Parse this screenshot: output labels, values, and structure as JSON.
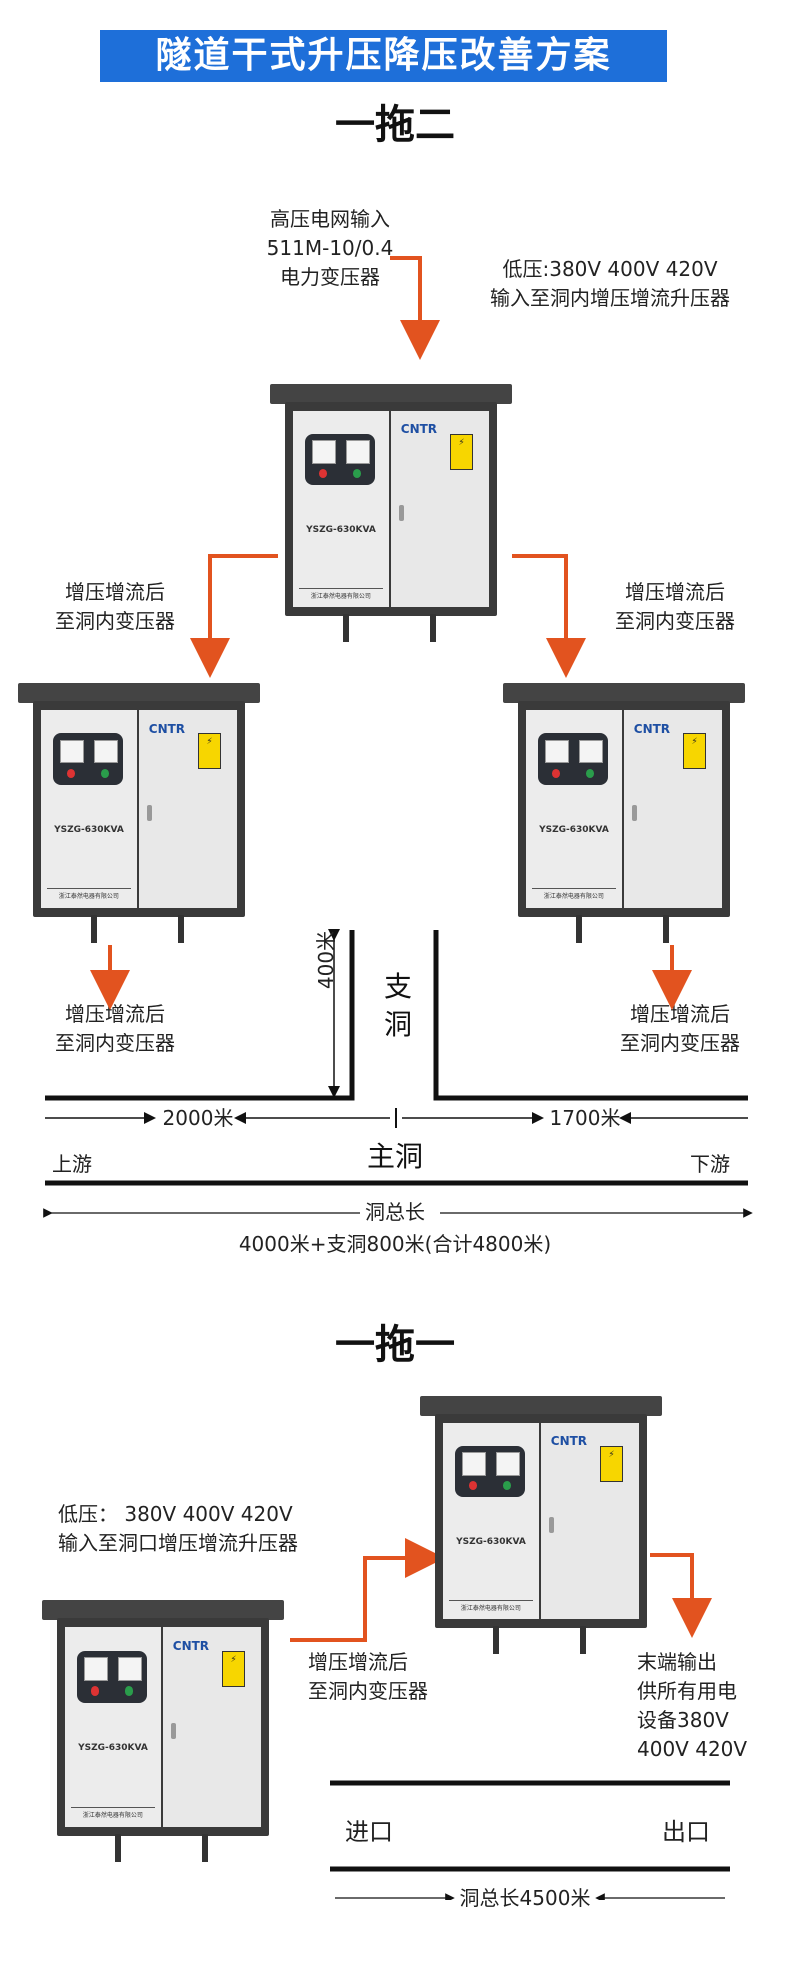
{
  "header": {
    "title": "隧道干式升压降压改善方案"
  },
  "section1": {
    "title": "一拖二",
    "hv_input": [
      "高压电网输入",
      "511M-10/0.4",
      "电力变压器"
    ],
    "lv_input": [
      "低压:380V 400V 420V",
      "输入至洞内增压增流升压器"
    ],
    "boost_label": [
      "增压增流后",
      "至洞内变压器"
    ],
    "branch_label": "支洞",
    "branch_len": "400米",
    "left_len": "2000米",
    "right_len": "1700米",
    "main_label": "主洞",
    "upstream": "上游",
    "downstream": "下游",
    "total_label": "洞总长",
    "total_value": "4000米+支洞800米(合计4800米)"
  },
  "section2": {
    "title": "一拖一",
    "lv_input": [
      "低压： 380V  400V  420V",
      "输入至洞口增压增流升压器"
    ],
    "boost_label": [
      "增压增流后",
      "至洞内变压器"
    ],
    "output_label": [
      "末端输出",
      "供所有用电",
      "设备380V",
      "400V 420V"
    ],
    "entrance": "进口",
    "exit": "出口",
    "total": "洞总长4500米"
  },
  "cabinet": {
    "brand": "CNTR",
    "model": "YSZG-630KVA",
    "company": "浙江泰然电器有限公司",
    "warning": "⚡"
  },
  "colors": {
    "banner": "#1e6fd9",
    "arrow": "#e2531f"
  }
}
